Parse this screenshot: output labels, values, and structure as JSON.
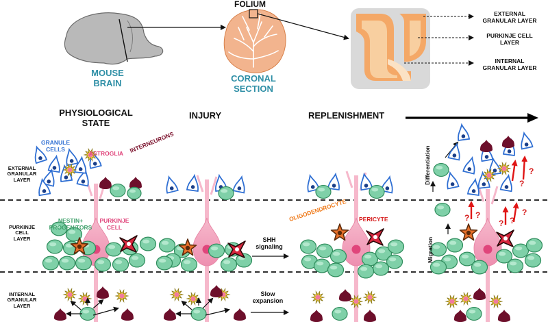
{
  "top_panel": {
    "mouse_brain_label": [
      "MOUSE",
      "BRAIN"
    ],
    "folium_label": "FOLIUM",
    "coronal_section_label": [
      "CORONAL",
      "SECTION"
    ],
    "zoom_layers": {
      "external": [
        "EXTERNAL",
        "GRANULAR LAYER"
      ],
      "purkinje": [
        "PURKINJE CELL",
        "LAYER"
      ],
      "internal": [
        "INTERNAL",
        "GRANULAR LAYER"
      ]
    }
  },
  "stages": {
    "physiological": [
      "PHYSIOLOGICAL",
      "STATE"
    ],
    "injury": "INJURY",
    "replenishment": "REPLENISHMENT"
  },
  "layer_labels": {
    "egl": [
      "EXTERNAL",
      "GRANULAR",
      "LAYER"
    ],
    "pcl": [
      "PURKINJE",
      "CELL",
      "LAYER"
    ],
    "igl": [
      "INTERNAL",
      "GRANULAR",
      "LAYER"
    ]
  },
  "cell_labels": {
    "granule_cells": [
      "GRANULE",
      "CELLS"
    ],
    "astroglia": "ASTROGLIA",
    "interneurons": "INTERNEURONS",
    "nestin_progenitors": [
      "NESTIN+",
      "PROGENITORS"
    ],
    "purkinje_cell": [
      "PURKINJE",
      "CELL"
    ],
    "oligodendrocyte": "OLIGODENDROCYTE",
    "pericyte": "PERICYTE"
  },
  "process_labels": {
    "shh": [
      "SHH",
      "signaling"
    ],
    "slow": [
      "Slow",
      "expansion"
    ],
    "differentiation": "Differentiation",
    "migration": "Migration"
  },
  "question_mark": "?",
  "colors": {
    "granule_blue": "#2f6fd3",
    "astroglia_yellow": "#f5d13a",
    "interneuron_maroon": "#6d0f2b",
    "progenitor_green": "#7fd0a8",
    "purkinje_pink": "#f3a7bf",
    "purkinje_nucleus": "#e0457b",
    "oligodendrocyte_orange": "#e8702a",
    "pericyte_red": "#d7263d",
    "arrow_red": "#e01515"
  }
}
